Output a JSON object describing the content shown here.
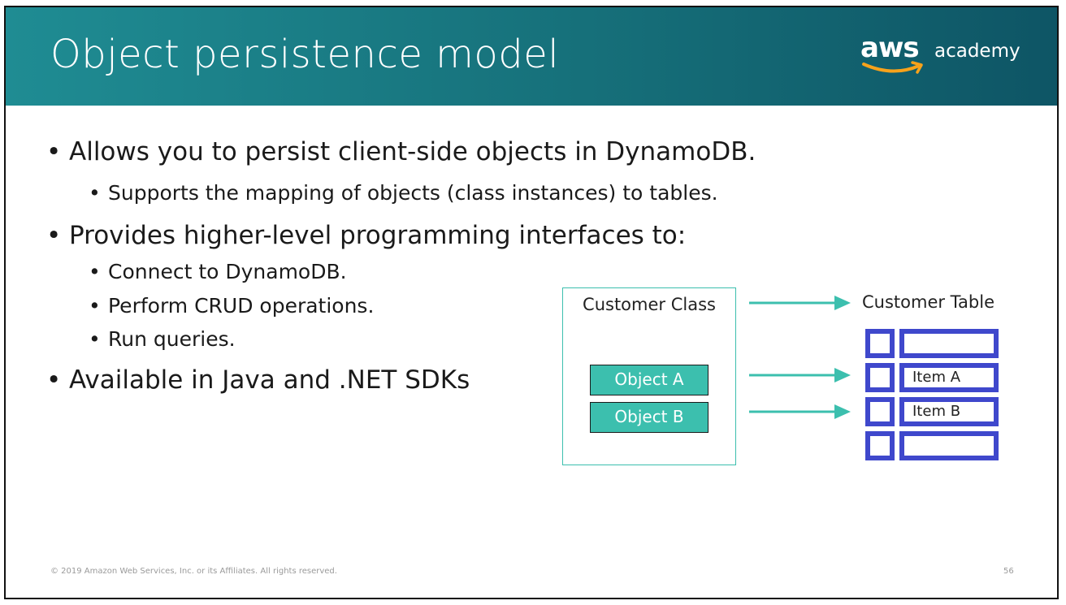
{
  "slide": {
    "title": "Object persistence model",
    "logo": {
      "wordmark": "aws",
      "product": "academy",
      "smile_icon": "amazon-smile-icon"
    },
    "bullets": [
      {
        "text": "Allows you to persist client-side objects in DynamoDB.",
        "sub": [
          "Supports the mapping of objects (class instances) to tables."
        ]
      },
      {
        "text": "Provides higher-level programming interfaces to:",
        "sub": [
          "Connect to DynamoDB.",
          "Perform CRUD operations.",
          "Run queries."
        ]
      },
      {
        "text": "Available in Java and .NET SDKs",
        "sub": []
      }
    ],
    "diagram": {
      "class_label": "Customer Class",
      "objects": [
        "Object A",
        "Object B"
      ],
      "table_label": "Customer Table",
      "table_items": [
        "",
        "Item A",
        "Item B",
        ""
      ],
      "colors": {
        "teal": "#3cbfae",
        "table_blue": "#3f48cc",
        "header": "#16707a"
      }
    },
    "footer": "© 2019 Amazon Web Services, Inc. or its Affiliates. All rights reserved.",
    "page_number": "56"
  }
}
